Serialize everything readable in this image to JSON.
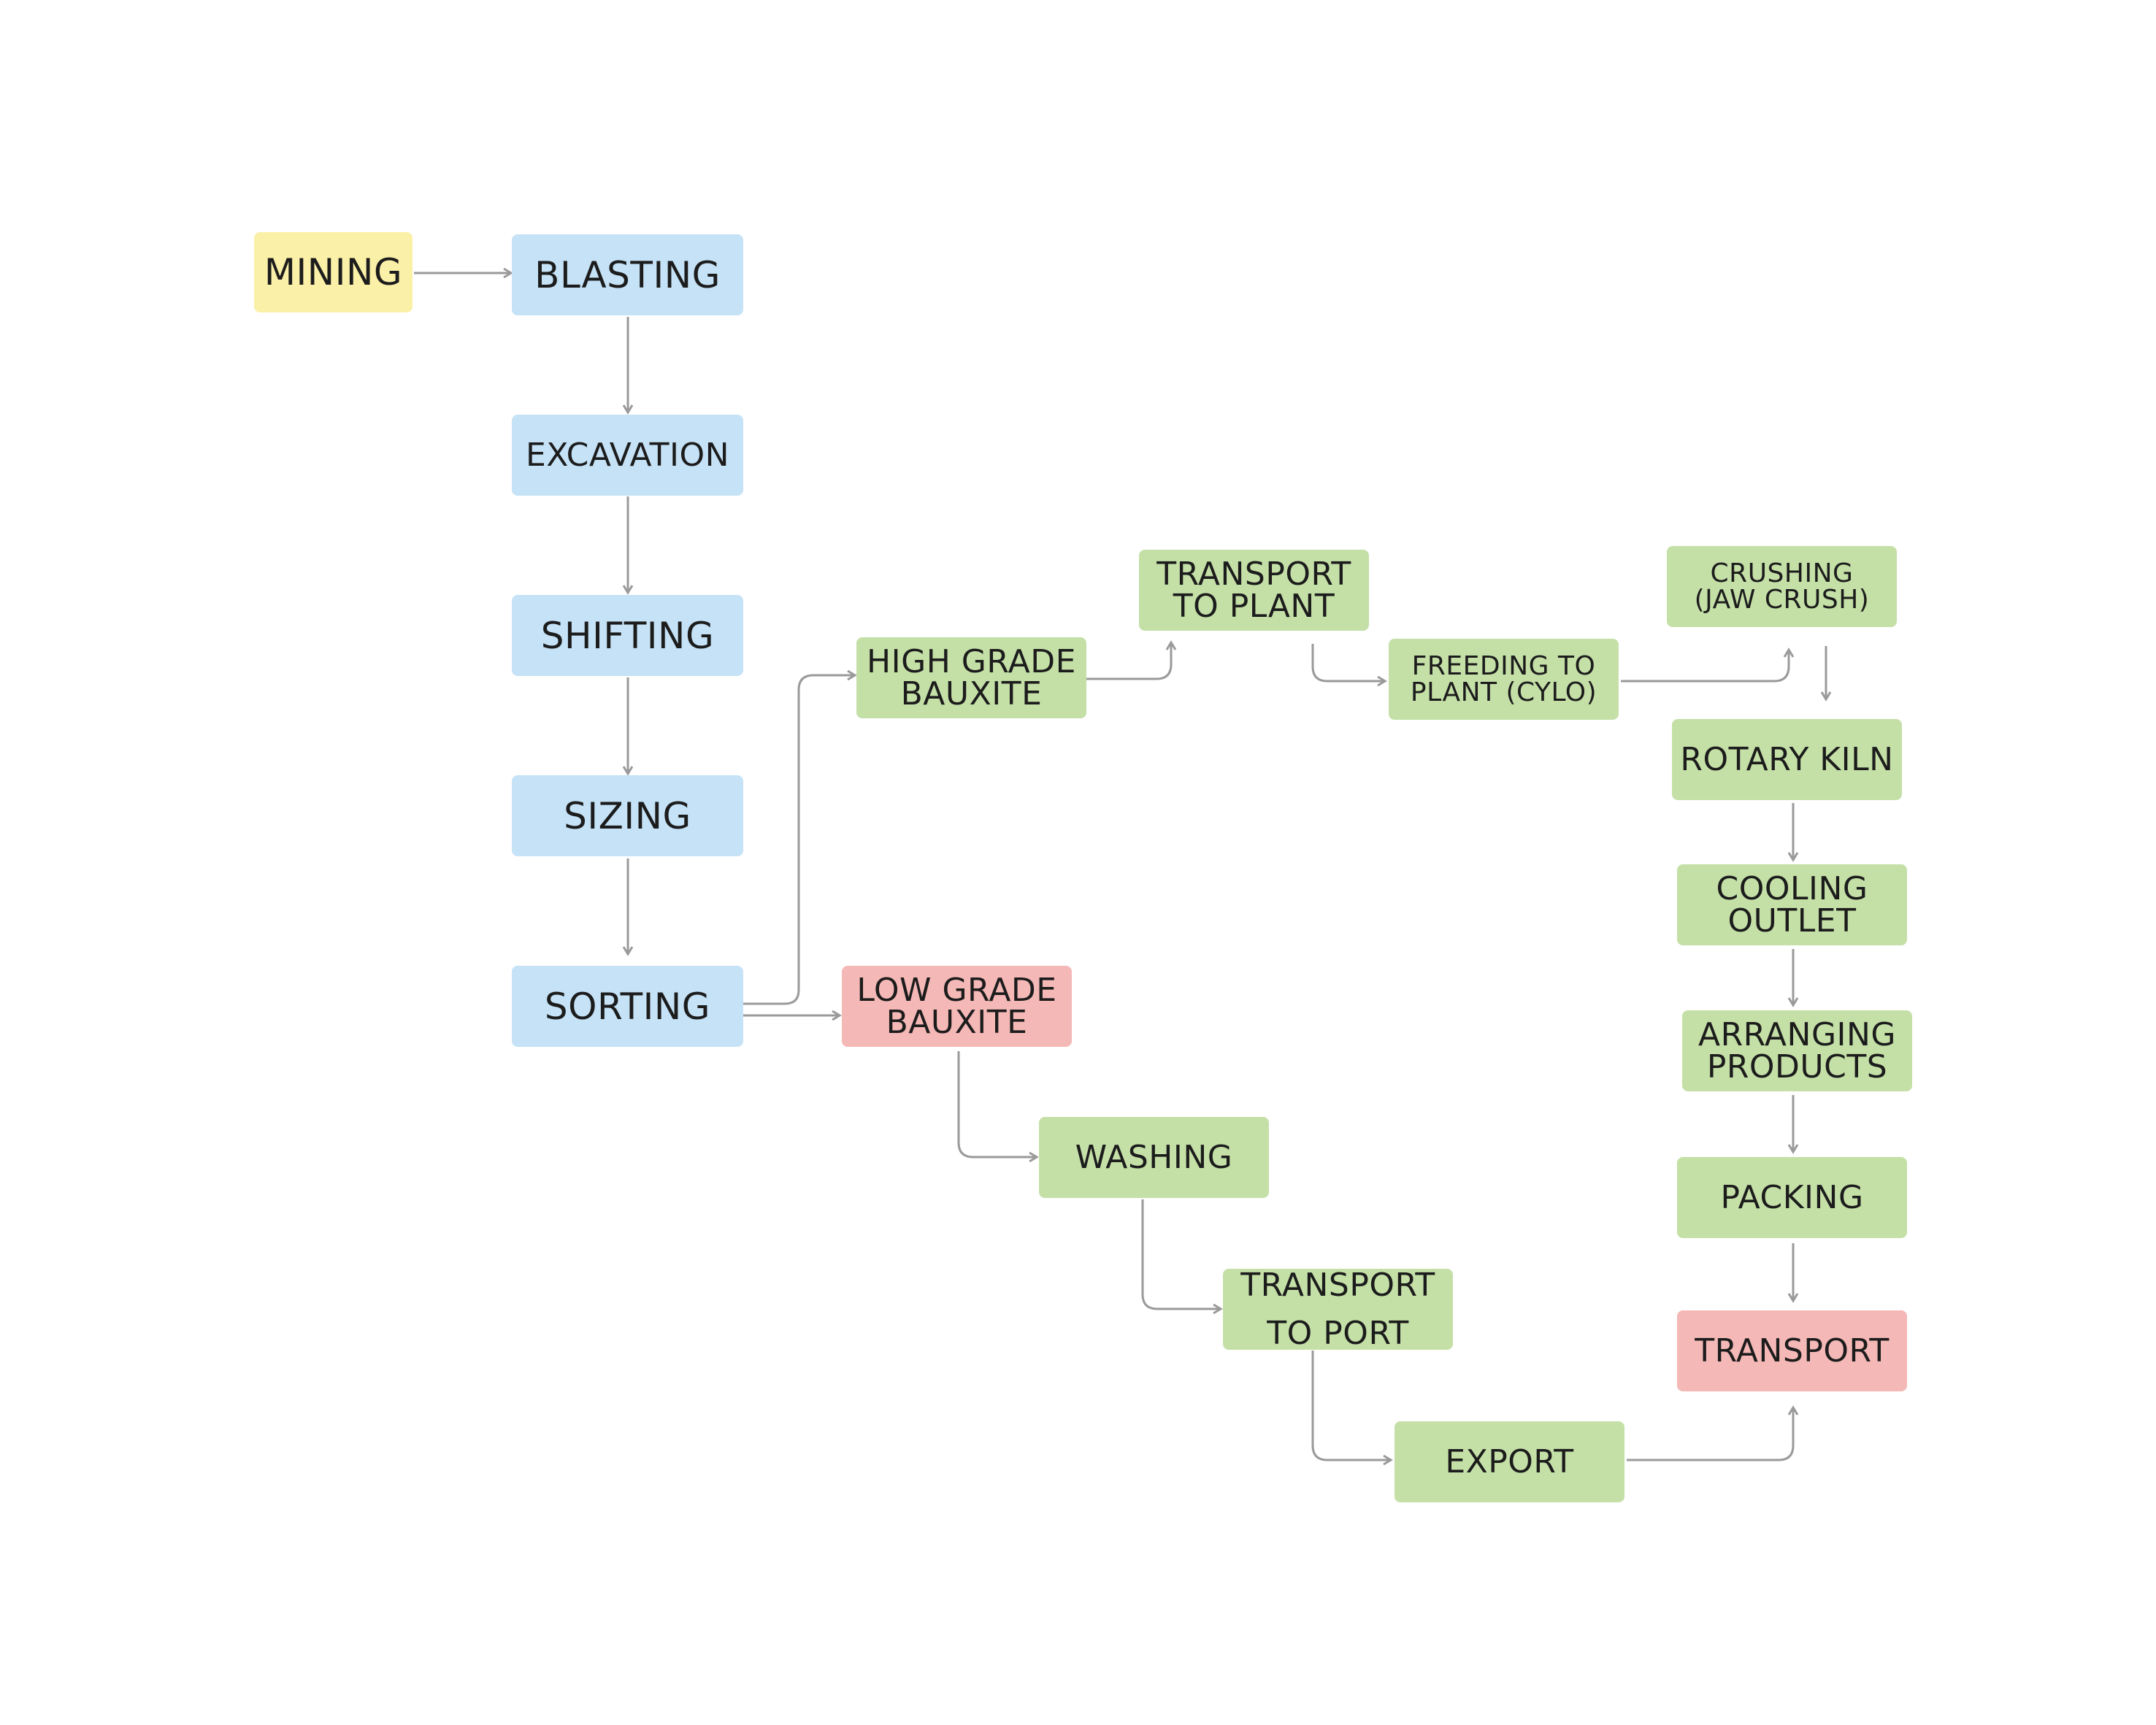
{
  "diagram": {
    "nodes": {
      "mining": "MINING",
      "blasting": "BLASTING",
      "excavation": "EXCAVATION",
      "shifting": "SHIFTING",
      "sizing": "SIZING",
      "sorting": "SORTING",
      "high_grade": "HIGH GRADE\nBAUXITE",
      "low_grade": "LOW GRADE\nBAUXITE",
      "transport_plant": "TRANSPORT\nTO PLANT",
      "feeding_plant": "FREEDING TO\nPLANT (CYLO)",
      "crushing": "CRUSHING\n(JAW CRUSH)",
      "rotary_kiln": "ROTARY KILN",
      "cooling_outlet": "COOLING\nOUTLET",
      "arranging": "ARRANGING\nPRODUCTS",
      "packing": "PACKING",
      "transport": "TRANSPORT",
      "washing": "WASHING",
      "transport_port": "TRANSPORT\nTO PORT",
      "export": "EXPORT"
    },
    "colors": {
      "mining": "#fbf0a7",
      "process": "#c5e2f6",
      "plant": "#c4e0a7",
      "grade_split": "#f4b8b6",
      "arrow": "#9a9a9a"
    }
  }
}
